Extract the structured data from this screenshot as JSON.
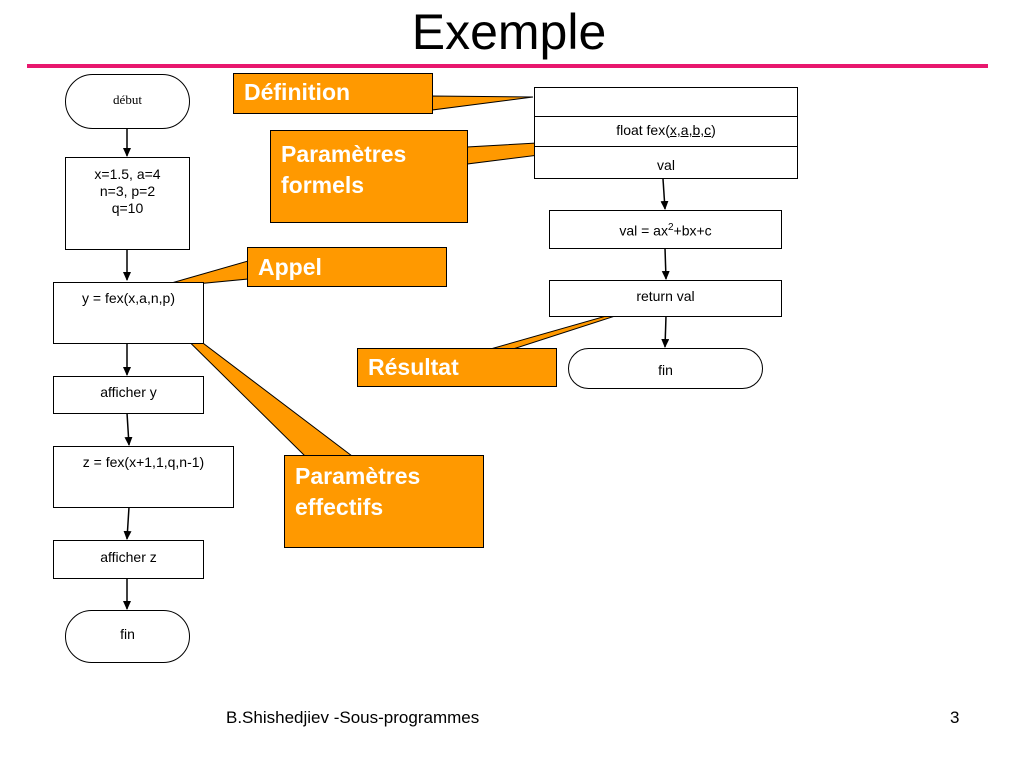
{
  "slide": {
    "title": "Exemple",
    "footer_text": "B.Shishedjiev -Sous-programmes",
    "page_number": "3"
  },
  "colors": {
    "rule": "#e8186e",
    "callout_fill": "#ff9900",
    "arrow": "#000000"
  },
  "main_flow": {
    "start": "début",
    "init_lines": [
      "x=1.5, a=4",
      "n=3, p=2",
      "q=10"
    ],
    "call_y": "y = fex(x,a,n,p)",
    "print_y": "afficher y",
    "call_z": "z = fex(x+1,1,q,n-1)",
    "print_z": "afficher z",
    "end": "fin"
  },
  "function_flow": {
    "header_name": "",
    "header_signature_prefix": "float fex(",
    "header_params": "x,a,b,c",
    "header_signature_suffix": ")",
    "header_local": "val",
    "compute_prefix": "val = ax",
    "compute_sup": "2",
    "compute_suffix": "+bx+c",
    "return": "return val",
    "end": "fin"
  },
  "callouts": {
    "definition": "Définition",
    "formal_params_line1": "Paramètres",
    "formal_params_line2": "formels",
    "call": "Appel",
    "result": "Résultat",
    "actual_params_line1": "Paramètres",
    "actual_params_line2": "effectifs"
  }
}
